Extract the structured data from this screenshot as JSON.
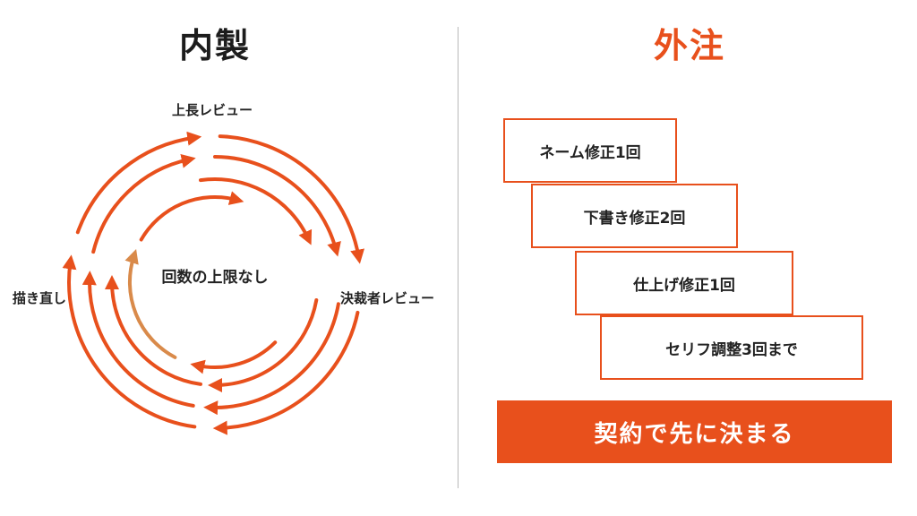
{
  "left": {
    "title": "内製",
    "labels": {
      "top": "上長レビュー",
      "right": "決裁者レビュー",
      "left": "描き直し",
      "center": "回数の上限なし"
    },
    "colors": {
      "arrow": "#e8501c",
      "arrow_inner_tail": "#d98a4a"
    }
  },
  "right": {
    "title": "外注",
    "steps": [
      "ネーム修正1回",
      "下書き修正2回",
      "仕上げ修正1回",
      "セリフ調整3回まで"
    ],
    "result": "契約で先に決まる",
    "colors": {
      "accent": "#e8501c",
      "result_text": "#ffffff"
    }
  }
}
